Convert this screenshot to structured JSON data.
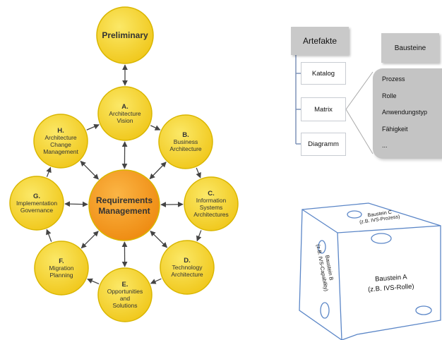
{
  "adm_cycle": {
    "preliminary": {
      "label": "Preliminary"
    },
    "center": {
      "line1": "Requirements",
      "line2": "Management"
    },
    "phases": [
      {
        "letter": "A.",
        "lines": [
          "Architecture",
          "Vision"
        ]
      },
      {
        "letter": "B.",
        "lines": [
          "Business",
          "Architecture"
        ]
      },
      {
        "letter": "C.",
        "lines": [
          "Information",
          "Systems",
          "Architectures"
        ]
      },
      {
        "letter": "D.",
        "lines": [
          "Technology",
          "Architecture"
        ]
      },
      {
        "letter": "E.",
        "lines": [
          "Opportunities",
          "and",
          "Solutions"
        ]
      },
      {
        "letter": "F.",
        "lines": [
          "Migration",
          "Planning"
        ]
      },
      {
        "letter": "G.",
        "lines": [
          "Implementation",
          "Governance"
        ]
      },
      {
        "letter": "H.",
        "lines": [
          "Architecture",
          "Change",
          "Management"
        ]
      }
    ],
    "colors": {
      "node_fill": "#f6d52c",
      "node_stroke": "#d9b600",
      "center_fill": "#f39b1c",
      "arrow": "#444444"
    }
  },
  "artefakte": {
    "title": "Artefakte",
    "items": [
      "Katalog",
      "Matrix",
      "Diagramm"
    ]
  },
  "bausteine": {
    "title": "Bausteine",
    "items": [
      "Prozess",
      "Rolle",
      "Anwendungstyp",
      "Fähigkeit",
      "..."
    ]
  },
  "cube": {
    "front_label": [
      "Baustein A",
      "(z.B. IVS-Rolle)"
    ],
    "side_label": [
      "Baustein B",
      "(z.B. IVS-Capability)"
    ],
    "top_label": [
      "Baustein C",
      "(z.B. IVS-Prozess)"
    ]
  }
}
